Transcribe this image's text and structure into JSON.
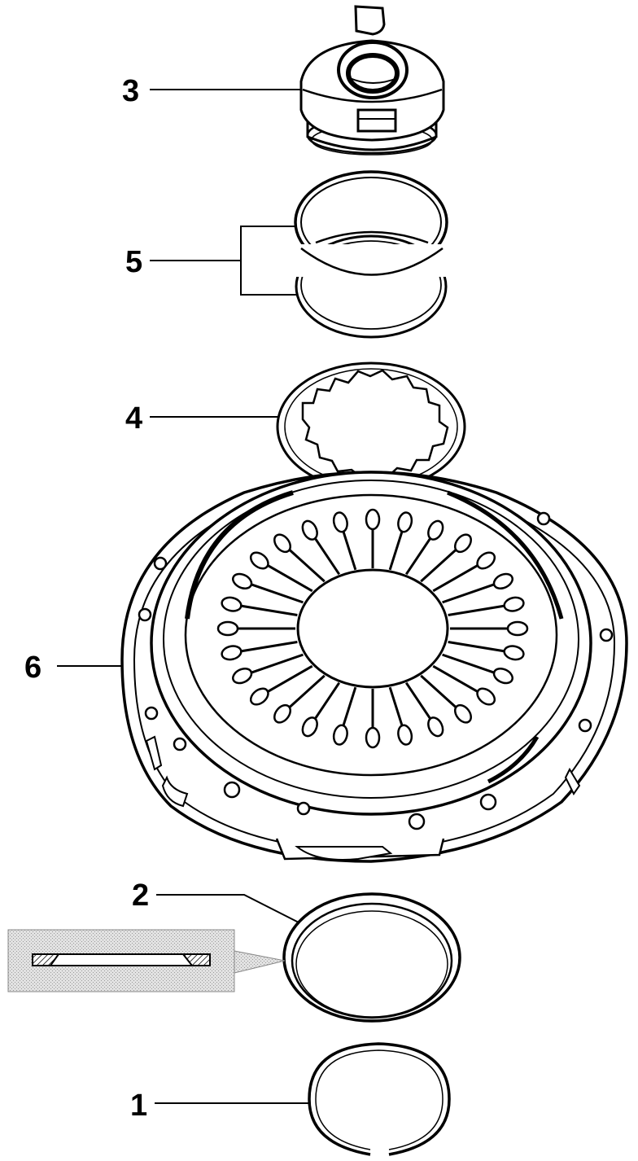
{
  "callouts": {
    "c3": "3",
    "c5": "5",
    "c4": "4",
    "c6": "6",
    "c2": "2",
    "c1": "1"
  },
  "colors": {
    "ink": "#000000",
    "paper": "#ffffff",
    "inset_fill": "#d6d6d6",
    "section_hatch": "#555555"
  }
}
